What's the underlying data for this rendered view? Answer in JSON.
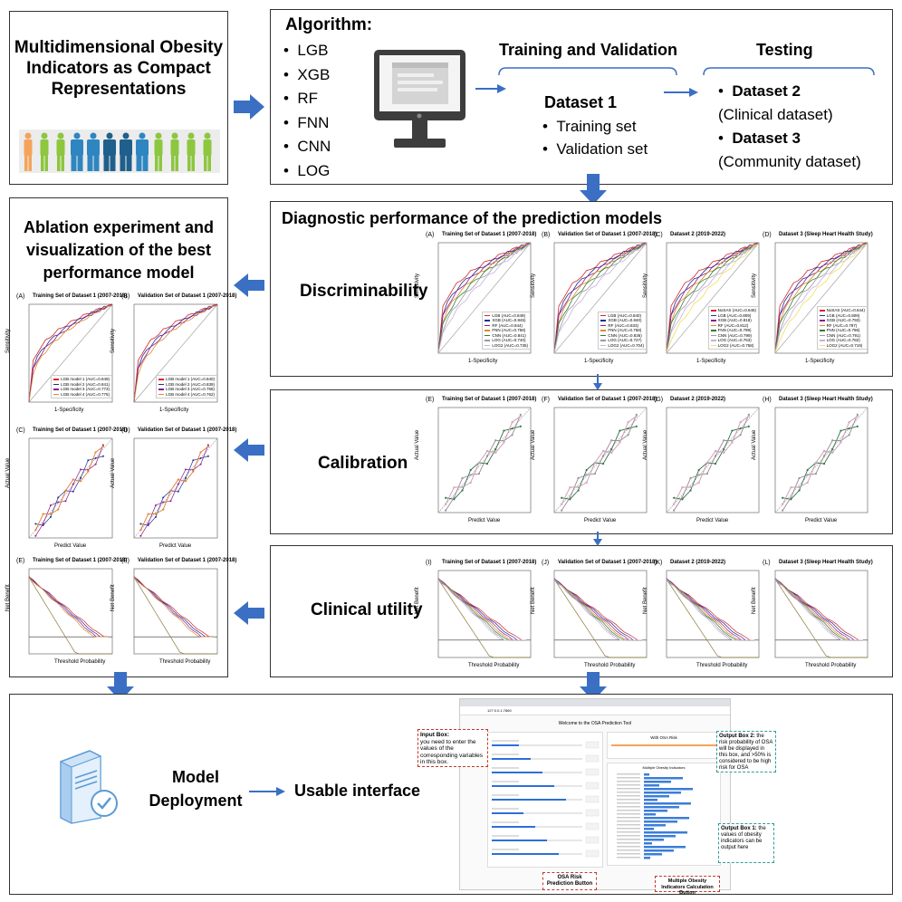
{
  "obesity": {
    "title_lines": [
      "Multidimensional Obesity",
      "Indicators as Compact",
      "Representations"
    ],
    "figure_colors": [
      "#f4a45a",
      "#8dc63f",
      "#8dc63f",
      "#2e86c1",
      "#2e86c1",
      "#1f5f8b",
      "#1f5f8b",
      "#2e86c1",
      "#8dc63f",
      "#8dc63f",
      "#8dc63f",
      "#8dc63f"
    ]
  },
  "algorithm": {
    "title": "Algorithm:",
    "items": [
      "LGB",
      "XGB",
      "RF",
      "FNN",
      "CNN",
      "LOG"
    ]
  },
  "training": {
    "title": "Training and Validation",
    "dataset": "Dataset 1",
    "items": [
      "Training set",
      "Validation set"
    ]
  },
  "testing": {
    "title": "Testing",
    "d2": "Dataset 2",
    "d2_sub": "(Clinical dataset)",
    "d3": "Dataset 3",
    "d3_sub": "(Community dataset)"
  },
  "diagnostic": {
    "title": "Diagnostic performance of the prediction models",
    "row_labels": [
      "Discriminability",
      "Calibration",
      "Clinical utility"
    ],
    "roc_titles": [
      "Training Set of Dataset 1 (2007-2018)",
      "Validation Set of Dataset 1 (2007-2018)",
      "Dataset 2 (2019-2022)",
      "Dataset 3 (Sleep Heart Health Study)"
    ],
    "roc_letters": [
      "(A)",
      "(B)",
      "(C)",
      "(D)"
    ],
    "cal_letters": [
      "(E)",
      "(F)",
      "(G)",
      "(H)"
    ],
    "dca_letters": [
      "(I)",
      "(J)",
      "(K)",
      "(L)"
    ],
    "roc_x": "1-Specificity",
    "roc_y": "Sensitivity",
    "cal_x": "Predict Value",
    "cal_y": "Actual Value",
    "dca_x": "Threshold Probability",
    "dca_y": "Net Benefit",
    "roc_legends": [
      [
        "LGB (AUC=0.849)",
        "XGB (AUC=0.845)",
        "RF (AUC=0.844)",
        "FNN (AUC=0.758)",
        "CNN (AUC=0.841)",
        "LOG (AUC=0.740)",
        "LOG2 (AUC=0.735)"
      ],
      [
        "LGB (AUC=0.840)",
        "XGB (AUC=0.840)",
        "RF (AUC=0.833)",
        "FNN (AUC=0.758)",
        "CNN (AUC=0.836)",
        "LOG (AUC=0.727)",
        "LOG2 (AUC=0.704)"
      ],
      [
        "NoSAS (AUC=0.646)",
        "LGB (AUC=0.809)",
        "XGB (AUC=0.818)",
        "RF (AUC=0.812)",
        "FNN (AUC=0.799)",
        "CNN (AUC=0.799)",
        "LOG (AUC=0.763)",
        "LOG2 (AUC=0.758)"
      ],
      [
        "NoSAS (AUC=0.644)",
        "LGB (AUC=0.809)",
        "XGB (AUC=0.793)",
        "RF (AUC=0.797)",
        "FNN (AUC=0.786)",
        "CNN (AUC=0.791)",
        "LOG (AUC=0.782)",
        "LOG2 (AUC=0.719)"
      ]
    ]
  },
  "ablation": {
    "title_lines": [
      "Ablation experiment and",
      "visualization of the best",
      "performance model"
    ],
    "panel_titles": [
      "Training Set of Dataset 1 (2007-2018)",
      "Validation Set of Dataset 1 (2007-2018)"
    ],
    "letters": [
      "(A)",
      "(B)",
      "(C)",
      "(D)",
      "(E)",
      "(F)"
    ],
    "roc_legend_a": [
      "LGB model 1 (AUC=0.849)",
      "LGB model 2 (AUC=0.841)",
      "LGB model 3 (AUC=0.773)",
      "LGB model 4 (AUC=0.775)"
    ],
    "roc_legend_b": [
      "LGB model 1 (AUC=0.840)",
      "LGB model 2 (AUC=0.839)",
      "LGB model 3 (AUC=0.758)",
      "LGB model 4 (AUC=0.762)"
    ]
  },
  "deployment": {
    "model_title_lines": [
      "Model",
      "Deployment"
    ],
    "usable": "Usable interface",
    "interface_title": "Welcome to the OSA Prediction Tool",
    "input_box_title": "Input Box:",
    "input_box_text": "you need to enter the values of the corresponding variables in this box.",
    "output2_title": "Output Box 2:",
    "output2_text": "the risk probability of OSA will be displayed in this box, and >50% is considered to be high risk for OSA",
    "output1_title": "Output Box 1:",
    "output1_text": "the values of obesity indicators can be output here",
    "osa_button": "OSA Risk Prediction Button",
    "mobi_button": "Multiple Obesity Indicators Calculation Button",
    "with_osa": "With OSA Risk",
    "multi_title": "Multiple Obesity Indicators",
    "url": "127.0.0.1:7860"
  }
}
